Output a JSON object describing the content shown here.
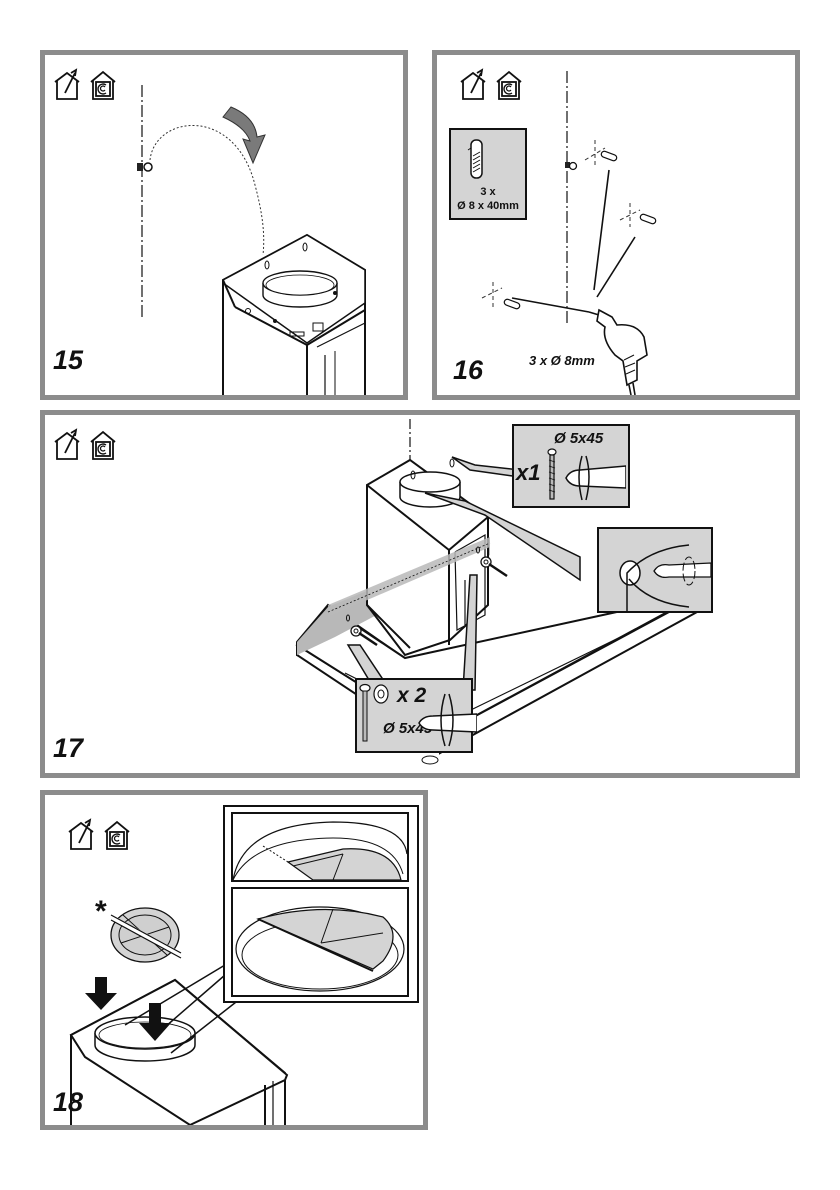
{
  "document": {
    "type": "installation-instructions",
    "subject": "cooker hood wall mounting"
  },
  "icons": {
    "ducted_mode": "house-duct-outlet-icon",
    "recirculation_mode": "house-recirculation-icon"
  },
  "steps": [
    {
      "number": "15",
      "icons": [
        "house-duct-outlet-icon",
        "house-recirculation-icon"
      ],
      "illustration": "hang hood on wall screw along dashed arc"
    },
    {
      "number": "16",
      "icons": [
        "house-duct-outlet-icon",
        "house-recirculation-icon"
      ],
      "illustration": "drill three holes and insert wall plugs",
      "plug_box": {
        "qty": "3 x",
        "size": "Ø 8 x 40mm"
      },
      "drill_label": "3 x Ø 8mm"
    },
    {
      "number": "17",
      "icons": [
        "house-duct-outlet-icon",
        "house-recirculation-icon"
      ],
      "illustration": "fix hood with screws",
      "top_callout": {
        "size": "Ø 5x45",
        "qty": "x1"
      },
      "bottom_callout": {
        "qty": "x 2",
        "size": "Ø 5x45"
      }
    },
    {
      "number": "18",
      "icons": [
        "house-duct-outlet-icon",
        "house-recirculation-icon"
      ],
      "illustration": "insert anti-backflow valve flaps into outlet collar",
      "asterisk": "*"
    }
  ]
}
